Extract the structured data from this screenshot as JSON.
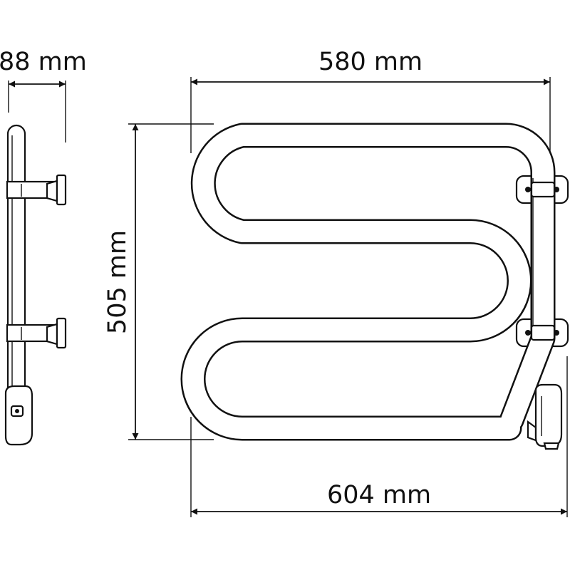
{
  "dimensions": {
    "depth": "88 mm",
    "width_top": "580 mm",
    "height": "505 mm",
    "width_bottom": "604 mm"
  }
}
